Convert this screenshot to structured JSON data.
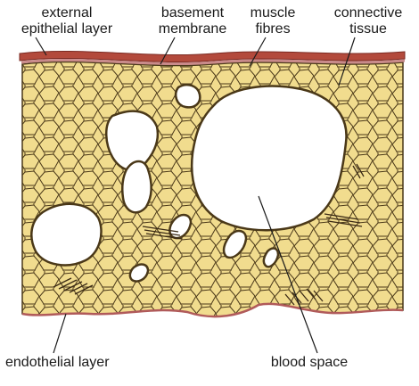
{
  "labels": {
    "external_epithelial_layer": [
      "external",
      "epithelial layer"
    ],
    "basement_membrane": [
      "basement",
      "membrane"
    ],
    "muscle_fibres": [
      "muscle",
      "fibres"
    ],
    "connective_tissue": [
      "connective",
      "tissue"
    ],
    "endothelial_layer": "endothelial layer",
    "blood_space": "blood space"
  },
  "colors": {
    "tissue": "#f1dc8e",
    "cell_outline": "#4a3818",
    "epithelial_red": "#b34a3c",
    "membrane_pink": "#c98a8a",
    "blood_space": "#ffffff",
    "muscle_streak": "#3b2a15",
    "label_text": "#1a1a1a"
  }
}
